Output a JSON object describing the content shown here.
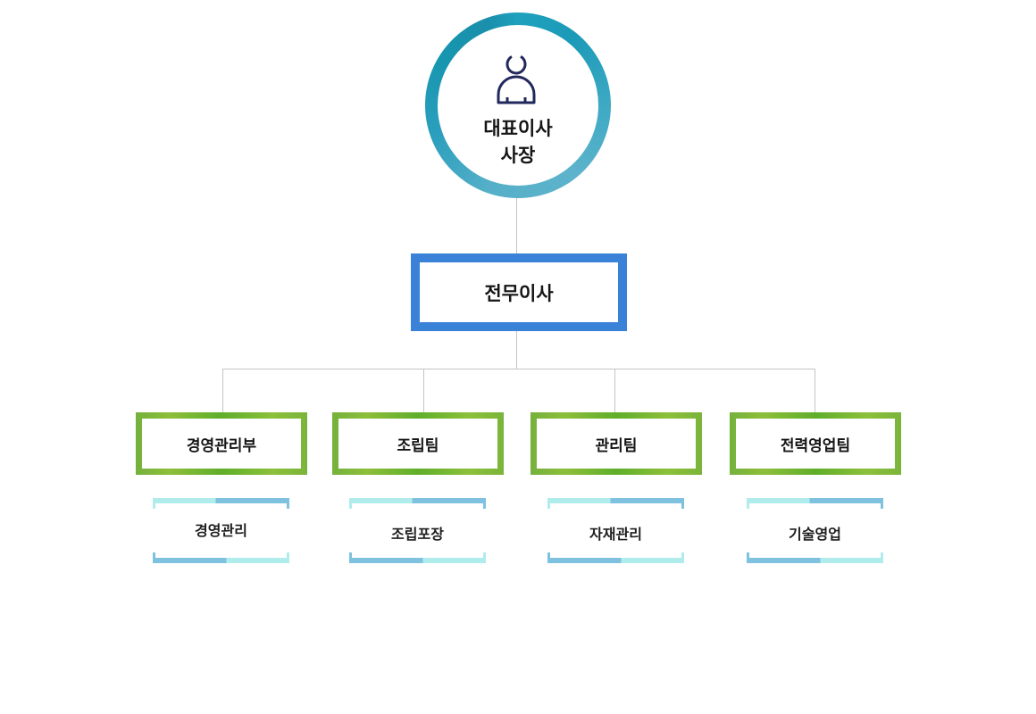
{
  "ceo": {
    "line1": "대표이사",
    "line2": "사장",
    "icon": "person-icon"
  },
  "executive": {
    "label": "전무이사"
  },
  "departments": [
    {
      "label": "경영관리부"
    },
    {
      "label": "조립팀"
    },
    {
      "label": "관리팀"
    },
    {
      "label": "전력영업팀"
    }
  ],
  "teams": [
    {
      "label": "경영관리"
    },
    {
      "label": "조립포장"
    },
    {
      "label": "자재관리"
    },
    {
      "label": "기술영업"
    }
  ],
  "colors": {
    "ceo_ring": "#1fa1be",
    "executive_border": "#3a82d8",
    "department_border": "#74b13c",
    "team_light": "#b1ecec",
    "team_dark": "#7fc2e0",
    "connector": "#c4c4c4"
  }
}
